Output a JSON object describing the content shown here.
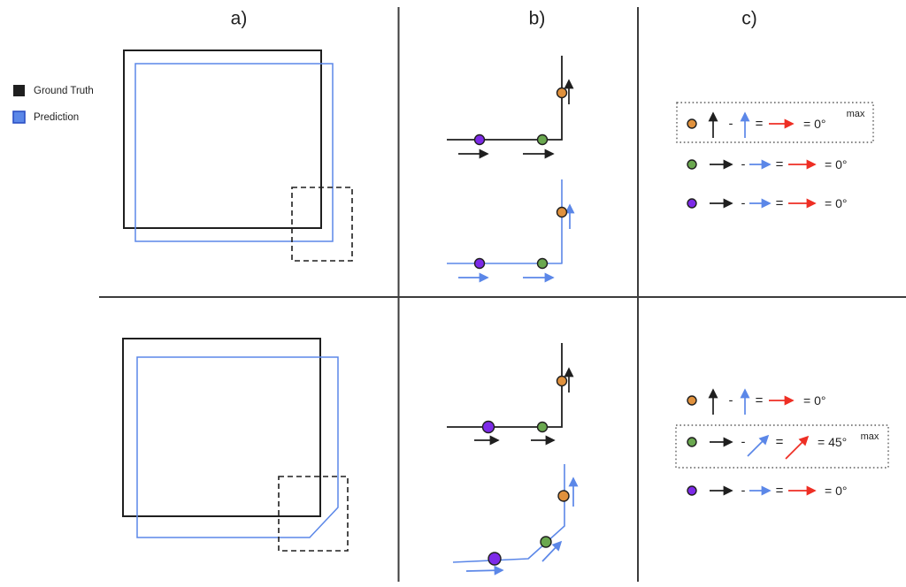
{
  "panel_labels": {
    "a": "a)",
    "b": "b)",
    "c": "c)"
  },
  "legend": {
    "items": [
      {
        "label": "Ground Truth",
        "color": "#000000"
      },
      {
        "label": "Prediction",
        "color": "#5b87e8"
      }
    ]
  },
  "equations": {
    "minus": "-",
    "equals": "=",
    "max_label": "max",
    "top": {
      "rows": [
        {
          "point": "orange",
          "result": "= 0°",
          "is_max": true
        },
        {
          "point": "green",
          "result": "= 0°",
          "is_max": false
        },
        {
          "point": "purple",
          "result": "= 0°",
          "is_max": false
        }
      ]
    },
    "bottom": {
      "rows": [
        {
          "point": "orange",
          "result": "= 0°",
          "is_max": false
        },
        {
          "point": "green",
          "result": "= 45°",
          "is_max": true
        },
        {
          "point": "purple",
          "result": "= 0°",
          "is_max": false
        }
      ]
    }
  },
  "colors": {
    "ink": "#1f1f1f",
    "blue": "#5b87e8",
    "blueDark": "#2b4fc4",
    "red": "#ee2e24",
    "orange": "#e0913d",
    "green": "#6aa84f",
    "purple": "#7d2ae8",
    "grid": "#3d3d3d",
    "dotted": "#5f5f5f"
  }
}
